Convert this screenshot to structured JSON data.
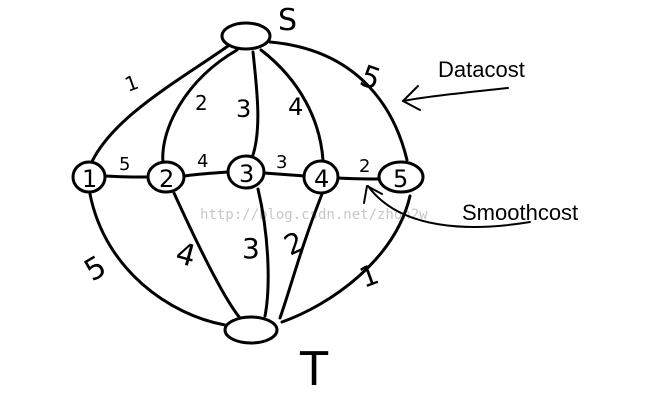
{
  "graph": {
    "source_label": "S",
    "sink_label": "T",
    "nodes": [
      {
        "id": "n1",
        "label": "1"
      },
      {
        "id": "n2",
        "label": "2"
      },
      {
        "id": "n3",
        "label": "3"
      },
      {
        "id": "n4",
        "label": "4"
      },
      {
        "id": "n5",
        "label": "5"
      }
    ],
    "source_edges": [
      {
        "to": "n1",
        "weight": "1"
      },
      {
        "to": "n2",
        "weight": "2"
      },
      {
        "to": "n3",
        "weight": "3"
      },
      {
        "to": "n4",
        "weight": "4"
      },
      {
        "to": "n5",
        "weight": "5"
      }
    ],
    "chain_edges": [
      {
        "from": "n1",
        "to": "n2",
        "weight": "5"
      },
      {
        "from": "n2",
        "to": "n3",
        "weight": "4"
      },
      {
        "from": "n3",
        "to": "n4",
        "weight": "3"
      },
      {
        "from": "n4",
        "to": "n5",
        "weight": "2"
      }
    ],
    "sink_edges": [
      {
        "from": "n1",
        "weight": "5"
      },
      {
        "from": "n2",
        "weight": "4"
      },
      {
        "from": "n3",
        "weight": "3"
      },
      {
        "from": "n4",
        "weight": "2"
      },
      {
        "from": "n5",
        "weight": "1"
      }
    ]
  },
  "annotations": {
    "datacost": "Datacost",
    "smoothcost": "Smoothcost"
  },
  "watermark": "http://blog.csdn.net/zhon2w"
}
